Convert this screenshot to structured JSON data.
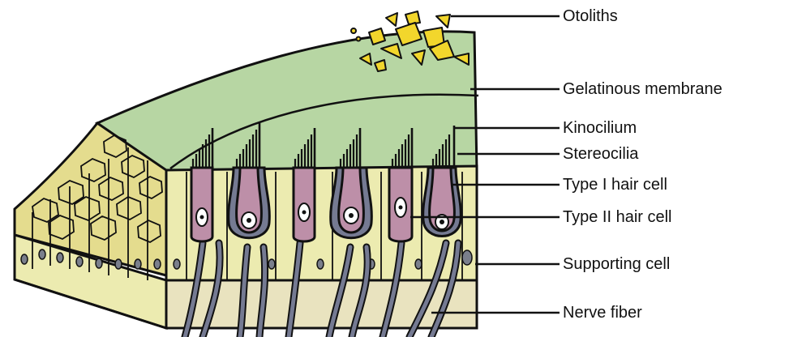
{
  "labels": {
    "otoliths": "Otoliths",
    "gelatinous_membrane": "Gelatinous membrane",
    "kinocilium": "Kinocilium",
    "stereocilia": "Stereocilia",
    "type1": "Type I hair cell",
    "type2": "Type II hair cell",
    "supporting": "Supporting cell",
    "nerve": "Nerve fiber"
  },
  "colors": {
    "membrane": "#b7d6a3",
    "epithelium": "#ecebb0",
    "basal_layer": "#e9e3bf",
    "type1_cell": "#bd8fa8",
    "type2_cell": "#bd8fa8",
    "nerve": "#757a92",
    "otolith": "#f2d62c",
    "outline": "#111111"
  }
}
